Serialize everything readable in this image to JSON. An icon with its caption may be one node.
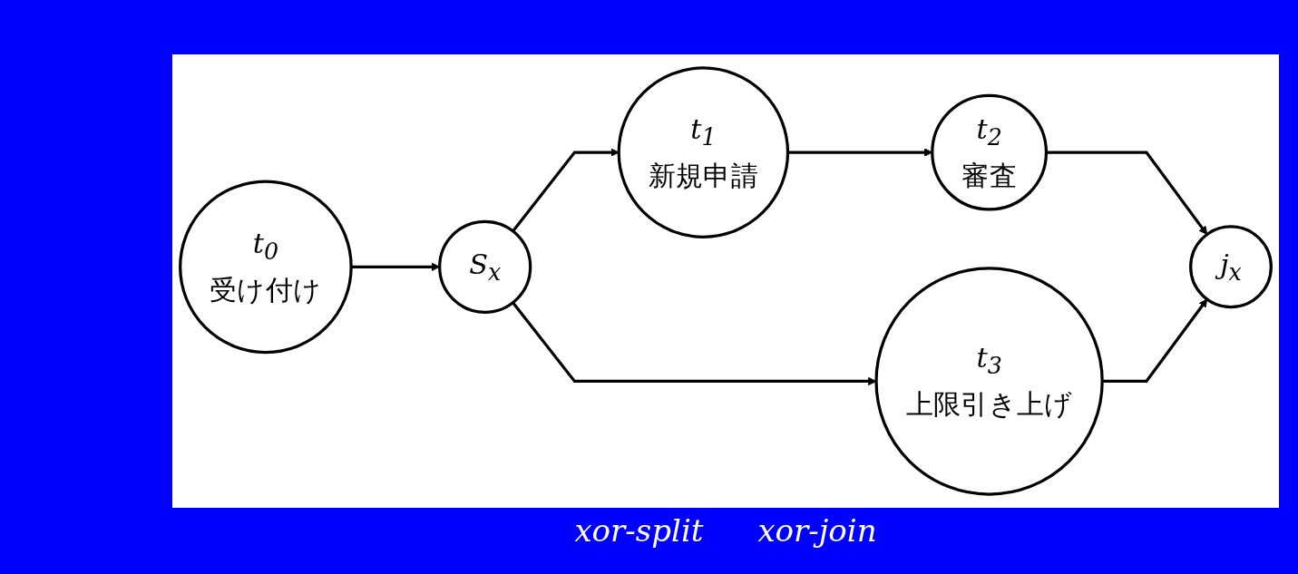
{
  "diagram": {
    "nodes": [
      {
        "text": [
          "t$_{0}$",
          "受け付け"
        ]
      },
      {
        "text": [
          "S$_{x}$"
        ]
      },
      {
        "text": [
          "t$_{1}$",
          "新規申請"
        ]
      },
      {
        "text": [
          "t$_{2}$",
          "審査"
        ]
      },
      {
        "text": [
          "t$_{3}$",
          "上限引き上げ"
        ]
      },
      {
        "text": [
          "j$_{x}$"
        ]
      }
    ],
    "edges": [
      {
        "from": 0,
        "to": 1,
        "arrow": "to"
      },
      {
        "from": 1,
        "to": 2,
        "arrow": "to"
      },
      {
        "from": 2,
        "to": 3,
        "arrow": "to"
      },
      {
        "from": 3,
        "to": 5,
        "arrow": "to"
      },
      {
        "from": 1,
        "to": 4,
        "arrow": "to"
      },
      {
        "from": 4,
        "to": 5,
        "arrow": "to"
      }
    ],
    "labels": [
      "xor-split",
      "xor-join"
    ]
  }
}
